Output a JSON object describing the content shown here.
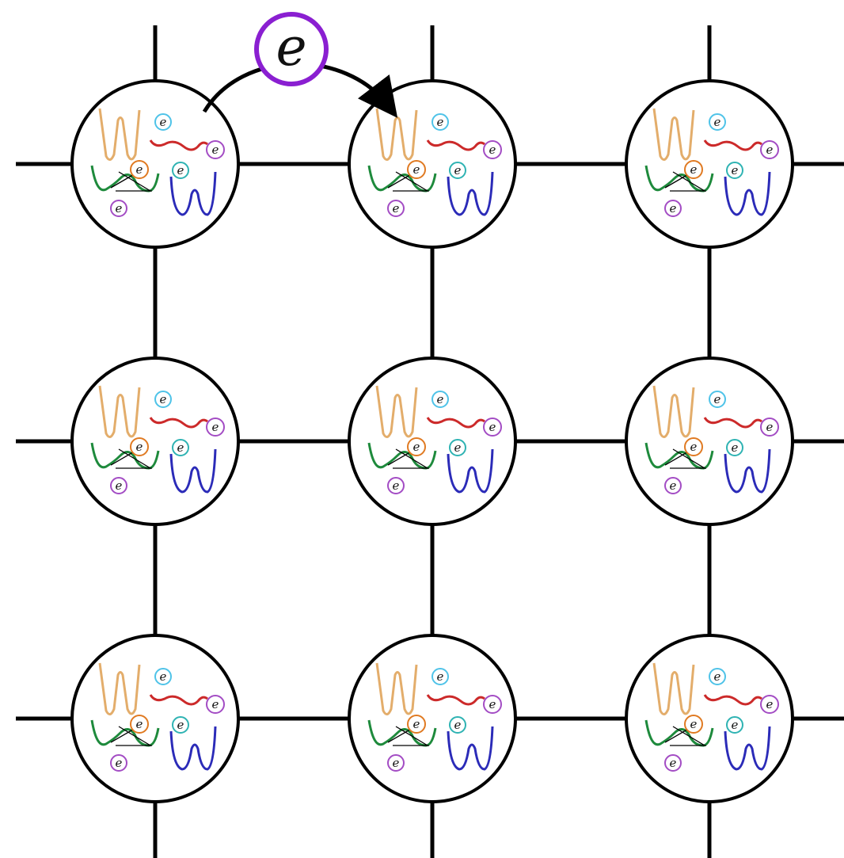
{
  "diagram": {
    "grid": {
      "rows": 3,
      "cols": 3
    },
    "hopping_particle": {
      "label": "e",
      "ring_color": "#8a1fd1",
      "from_site": [
        0,
        0
      ],
      "to_site": [
        0,
        1
      ]
    },
    "site_contents": {
      "mini_label": "e",
      "potentials": [
        {
          "name": "double-well-tall",
          "color": "#e3ad6b",
          "particle_color": "#4fc3e8"
        },
        {
          "name": "wavy",
          "color": "#cc2a2a",
          "particle_color": "#a34cc4"
        },
        {
          "name": "double-well-tilted",
          "color": "#1e8a3c",
          "particle_color": "#e07a22",
          "secondary_particle_color": "#a34cc4"
        },
        {
          "name": "double-well-deep",
          "color": "#2b2bb8",
          "particle_color": "#2fb3b3"
        }
      ]
    },
    "colors": {
      "lines": "#000000",
      "background": "#ffffff"
    }
  }
}
